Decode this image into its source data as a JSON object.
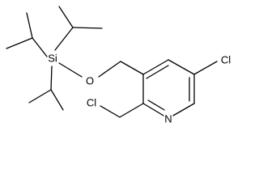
{
  "molecule": {
    "atoms": {
      "si": "Si",
      "o": "O",
      "n": "N",
      "cl_ring": "Cl",
      "cl_methyl": "Cl"
    }
  }
}
